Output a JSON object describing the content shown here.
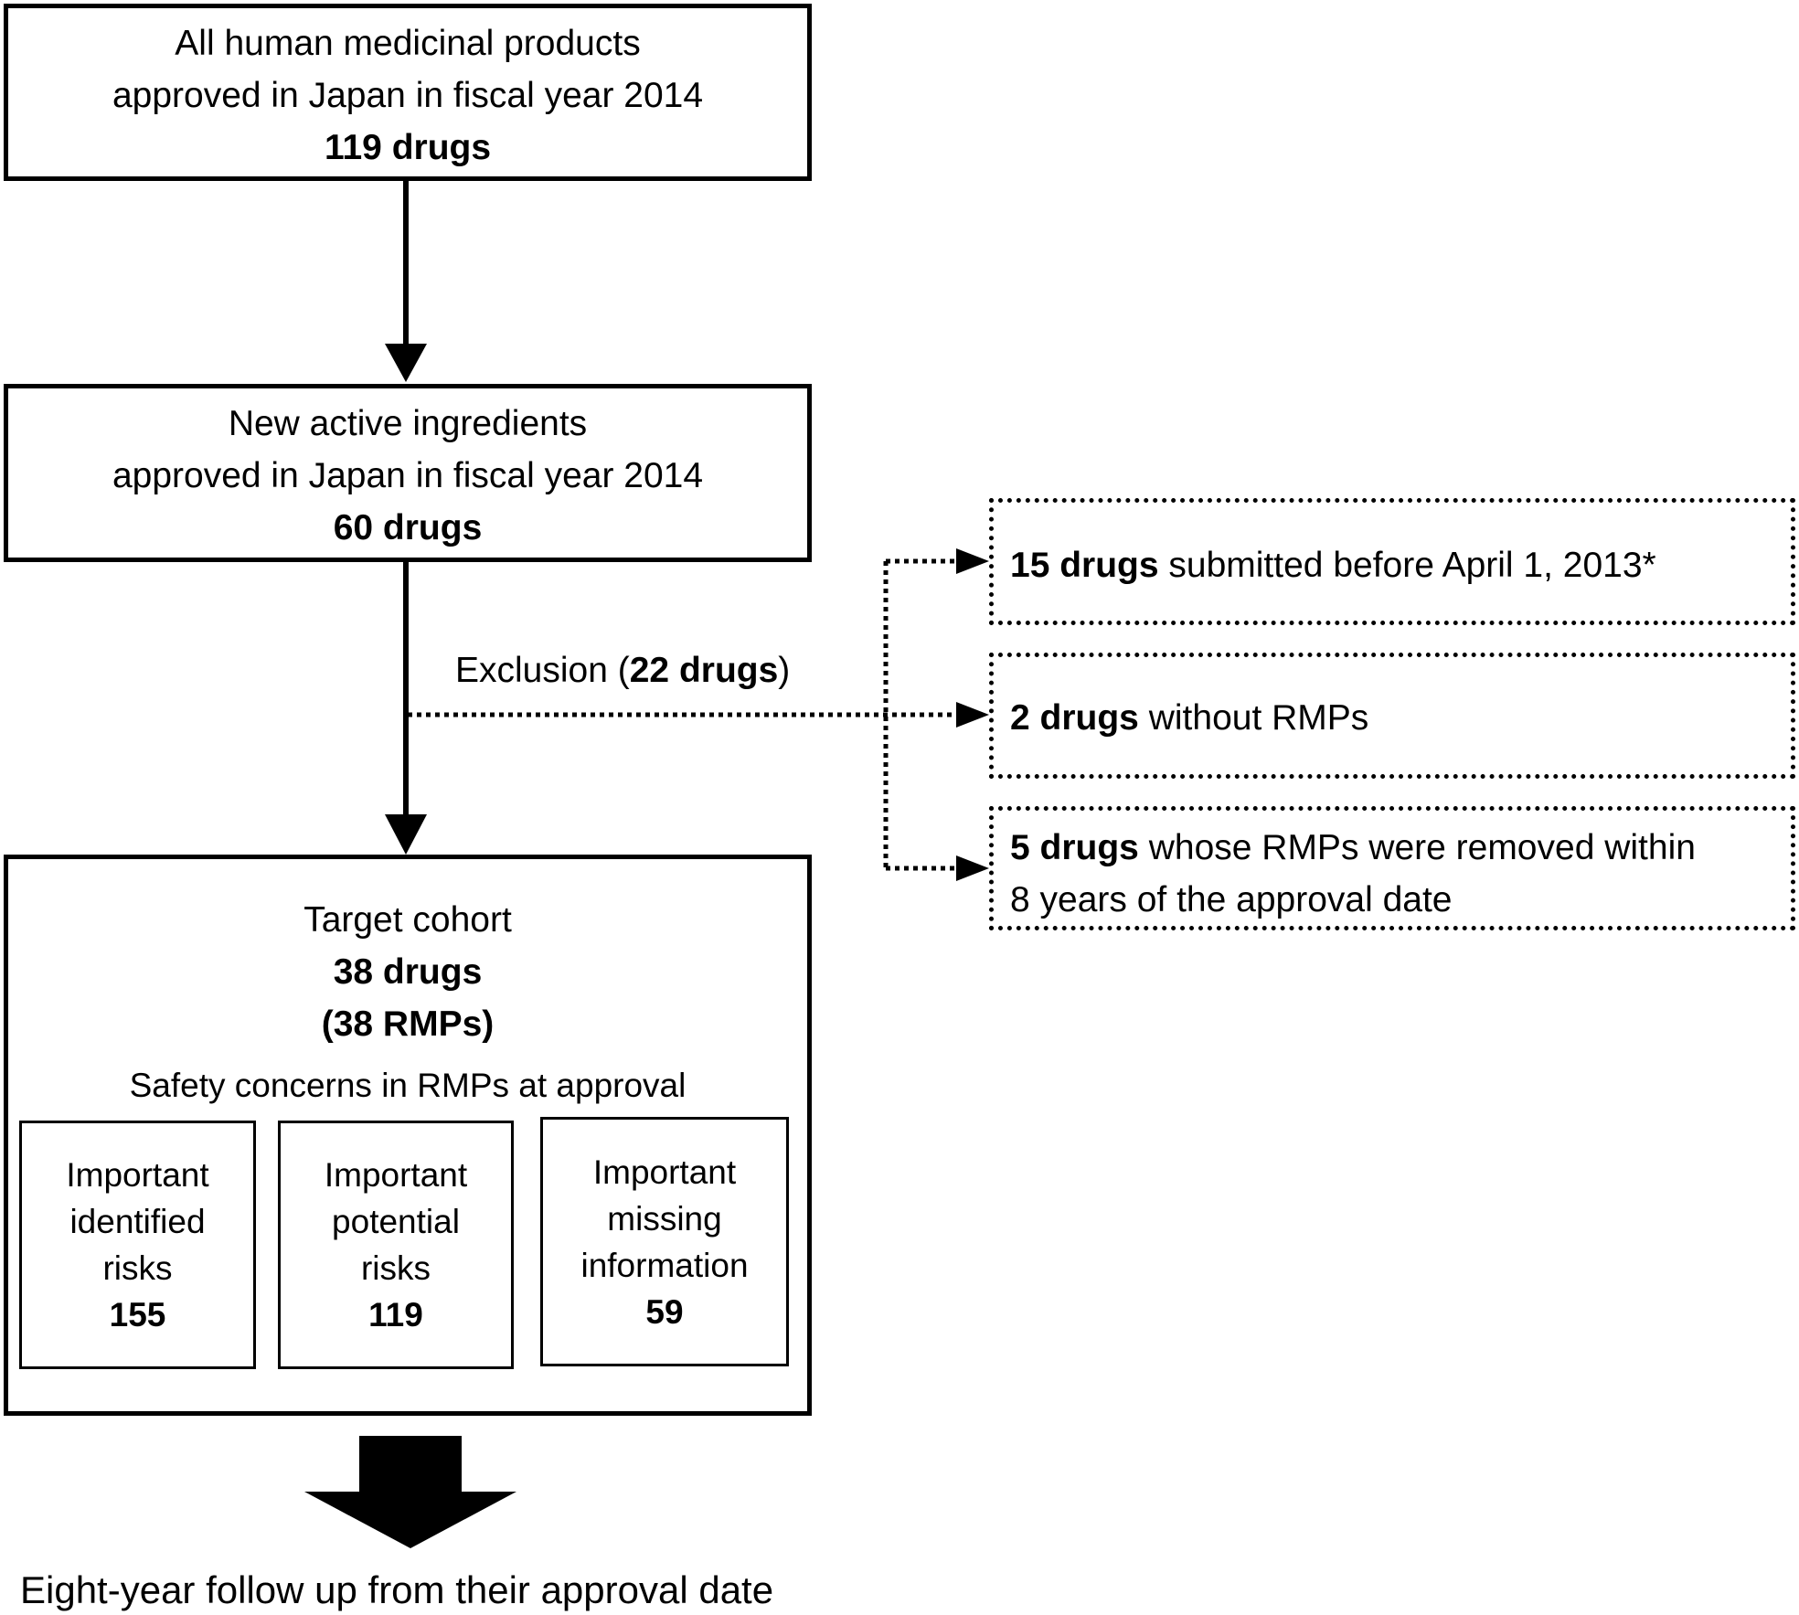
{
  "box_all": {
    "line1": "All human medicinal products",
    "line2": "approved in Japan in fiscal year 2014",
    "count": "119 drugs"
  },
  "box_new": {
    "line1": "New active ingredients",
    "line2": "approved in Japan in fiscal year 2014",
    "count": "60 drugs"
  },
  "exclusion": {
    "label": "Exclusion (",
    "count": "22 drugs",
    "close": ")"
  },
  "excluded": [
    {
      "count": "15 drugs",
      "text": " submitted before April 1, 2013*"
    },
    {
      "count": "2 drugs",
      "text": " without RMPs"
    },
    {
      "count": "5 drugs",
      "text": " whose RMPs were removed within",
      "text2": "8 years of the approval date"
    }
  ],
  "cohort": {
    "title": "Target cohort",
    "count": "38 drugs",
    "rmps": "(38 RMPs)",
    "safety_label": "Safety concerns in RMPs at approval"
  },
  "safety": [
    {
      "l1": "Important",
      "l2": "identified",
      "l3": "risks",
      "value": "155"
    },
    {
      "l1": "Important",
      "l2": "potential",
      "l3": "risks",
      "value": "119"
    },
    {
      "l1": "Important",
      "l2": "missing",
      "l3": "information",
      "value": "59"
    }
  ],
  "followup": "Eight-year follow up from their approval date"
}
